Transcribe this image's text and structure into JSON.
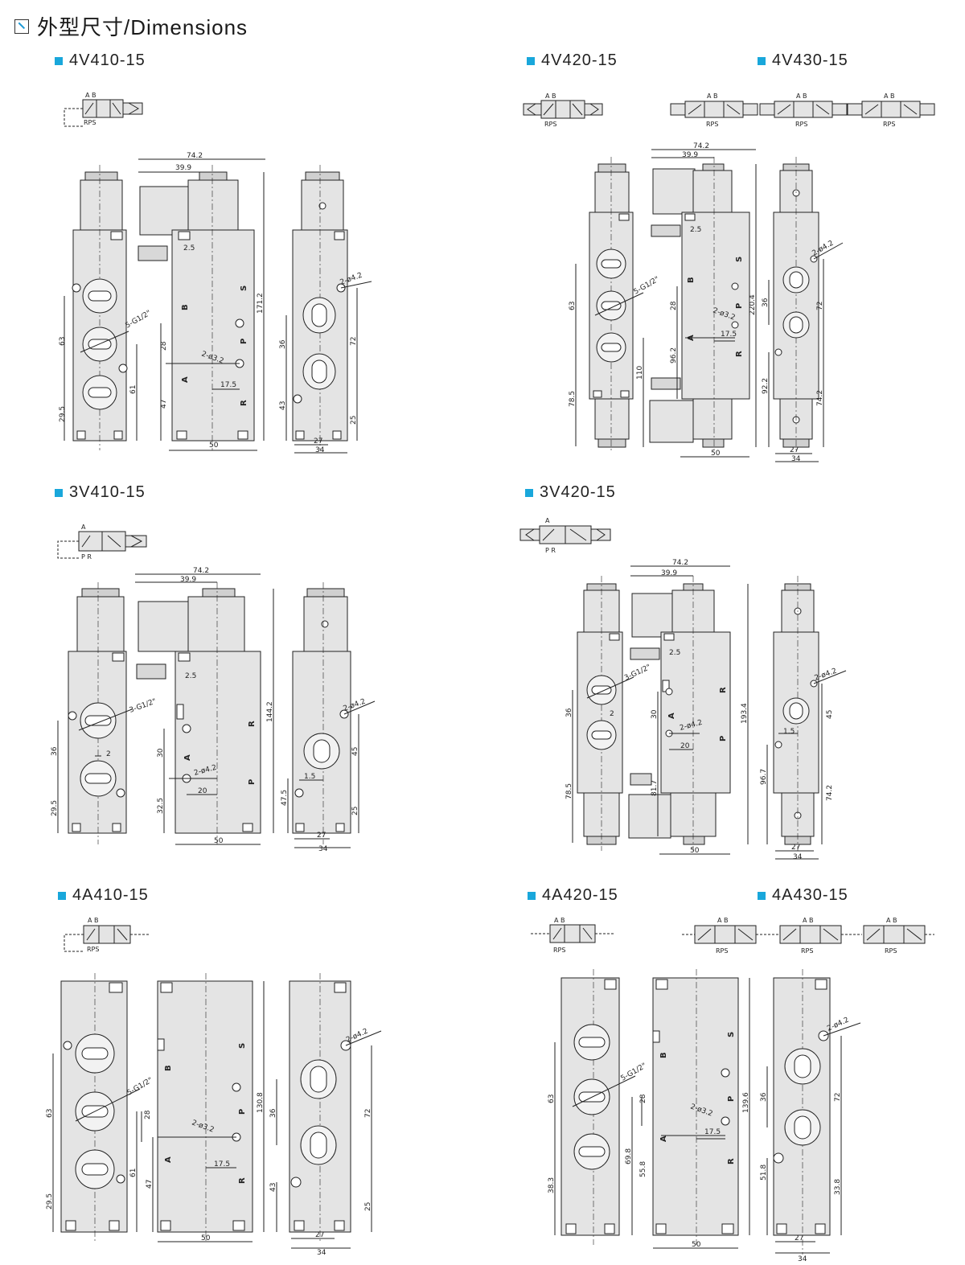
{
  "header": {
    "title": "外型尺寸/Dimensions",
    "icon": "corner-arrow-icon"
  },
  "colors": {
    "accent": "#19a7db",
    "body_fill": "#e4e4e4",
    "line": "#222222"
  },
  "sections": [
    {
      "id": "4v410",
      "label": "4V410-15"
    },
    {
      "id": "4v420",
      "label": "4V420-15"
    },
    {
      "id": "4v430",
      "label": "4V430-15"
    },
    {
      "id": "3v410",
      "label": "3V410-15"
    },
    {
      "id": "3v420",
      "label": "3V420-15"
    },
    {
      "id": "4a410",
      "label": "4A410-15"
    },
    {
      "id": "4a420",
      "label": "4A420-15"
    },
    {
      "id": "4a430",
      "label": "4A430-15"
    }
  ],
  "symbols": {
    "ab": "A B",
    "a": "A",
    "rps": "RPS",
    "pr": "P R"
  },
  "ports": {
    "a": "A",
    "b": "B",
    "p": "P",
    "r": "R",
    "s": "S"
  },
  "dims": {
    "v4": {
      "d742": "74.2",
      "d399": "39.9",
      "d25": "2.5",
      "d1712": "171.2",
      "d63": "63",
      "d61": "61",
      "d295": "29.5",
      "d28": "28",
      "d47": "47",
      "d175": "17.5",
      "d32": "2-ø3.2",
      "dg": "5-G1/2\"",
      "d50": "50",
      "d36": "36",
      "d72": "72",
      "d43": "43",
      "d25b": "25",
      "d27": "27",
      "d34": "34",
      "d42": "2-ø4.2"
    },
    "v4d": {
      "d742": "74.2",
      "d399": "39.9",
      "d25": "2.5",
      "d2204": "220.4",
      "d63": "63",
      "dg": "5-G1/2\"",
      "d28": "28",
      "d785": "78.5",
      "d110": "110",
      "d962": "96.2",
      "d32": "2-ø3.2",
      "d175": "17.5",
      "d50": "50",
      "d36": "36",
      "d72": "72",
      "d922": "92.2",
      "d742b": "74.2",
      "d27": "27",
      "d34": "34",
      "d42": "2-ø4.2"
    },
    "v3": {
      "d742": "74.2",
      "d399": "39.9",
      "d25": "2.5",
      "d1442": "144.2",
      "dg": "3-G1/2\"",
      "d36": "36",
      "d2": "2",
      "d295": "29.5",
      "d30": "30",
      "d325": "32.5",
      "d42": "2-ø4.2",
      "d20": "20",
      "d50": "50",
      "d45": "45",
      "d475": "47.5",
      "d15": "1.5",
      "d25b": "25",
      "d27": "27",
      "d34": "34",
      "d42b": "2-ø4.2"
    },
    "v3d": {
      "d742": "74.2",
      "d399": "39.9",
      "d25": "2.5",
      "d1934": "193.4",
      "dg": "3-G1/2\"",
      "d36": "36",
      "d2": "2",
      "d785": "78.5",
      "d30": "30",
      "d817": "81.7",
      "d42": "2-ø4.2",
      "d20": "20",
      "d50": "50",
      "d45": "45",
      "d15": "1.5",
      "d967": "96.7",
      "d742b": "74.2",
      "d27": "27",
      "d34": "34",
      "d42b": "2-ø4.2"
    },
    "a4": {
      "d63": "63",
      "dg": "5-G1/2\"",
      "d28": "28",
      "d61": "61",
      "d295": "29.5",
      "d1308": "130.8",
      "d47": "47",
      "d32": "2-ø3.2",
      "d175": "17.5",
      "d50": "50",
      "d42": "2-ø4.2",
      "d36": "36",
      "d72": "72",
      "d43": "43",
      "d25": "25",
      "d27": "27",
      "d34": "34"
    },
    "a4d": {
      "d63": "63",
      "dg": "5-G1/2\"",
      "d28": "28",
      "d383": "38.3",
      "d698": "69.8",
      "d558": "55.8",
      "d1396": "139.6",
      "d32": "2-ø3.2",
      "d175": "17.5",
      "d50": "50",
      "d42": "2-ø4.2",
      "d36": "36",
      "d72": "72",
      "d518": "51.8",
      "d338": "33.8",
      "d27": "27",
      "d34": "34"
    }
  }
}
